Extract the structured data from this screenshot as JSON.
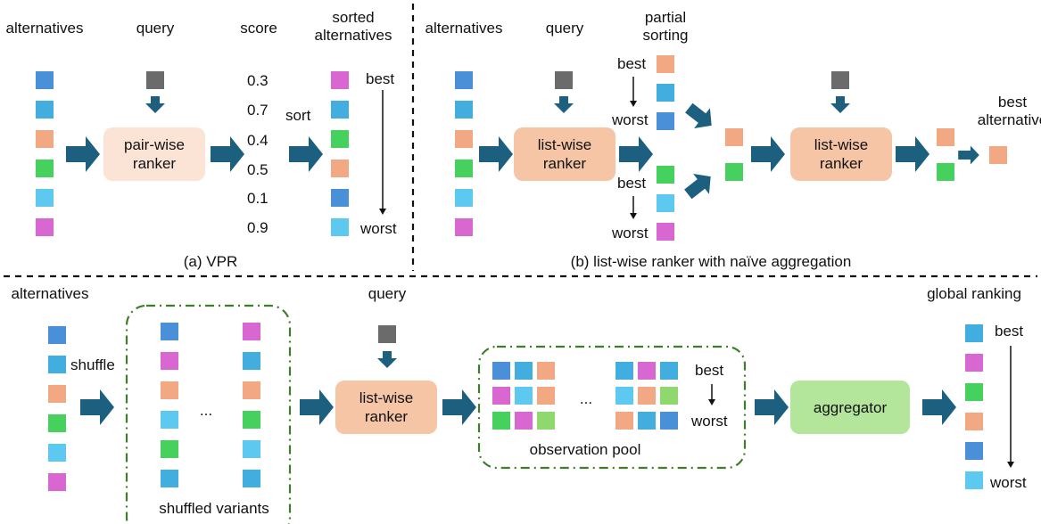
{
  "colors": {
    "blue": "#4A90D9",
    "cyan": "#41AEDF",
    "sky": "#5DC8F0",
    "peach": "#F2A882",
    "green": "#46D05E",
    "lightgreen": "#8FD86E",
    "pink": "#D867D2",
    "gray": "#6B6B6B",
    "arrow": "#1C5F7E",
    "pairwise_fill": "#FBE3D5",
    "listwise_fill": "#F5C5A6",
    "aggregator_fill": "#B3E59A",
    "dash_green": "#3E7E2A"
  },
  "panel_a": {
    "alternatives_label": "alternatives",
    "query_label": "query",
    "score_label": "score",
    "sorted_label": "sorted\nalternatives",
    "ranker_label": "pair-wise\nranker",
    "sort_label": "sort",
    "scores": [
      "0.3",
      "0.7",
      "0.4",
      "0.5",
      "0.1",
      "0.9"
    ],
    "best_label": "best",
    "worst_label": "worst",
    "caption": "(a) VPR"
  },
  "panel_b": {
    "alternatives_label": "alternatives",
    "query_label": "query",
    "partial_label": "partial\nsorting",
    "ranker_label": "list-wise\nranker",
    "best_label": "best",
    "worst_label": "worst",
    "best_alt_label": "best\nalternative",
    "caption": "(b) list-wise ranker with naïve aggregation"
  },
  "panel_c": {
    "alternatives_label": "alternatives",
    "shuffle_label": "shuffle",
    "ellipsis": "...",
    "shuffled_label": "shuffled variants",
    "query_label": "query",
    "ranker_label": "list-wise\nranker",
    "pool_label": "observation pool",
    "best_label": "best",
    "worst_label": "worst",
    "aggregator_label": "aggregator",
    "global_label": "global ranking"
  },
  "icons": [
    "right-arrow-icon",
    "down-arrow-icon",
    "diagonal-arrow-icon"
  ]
}
